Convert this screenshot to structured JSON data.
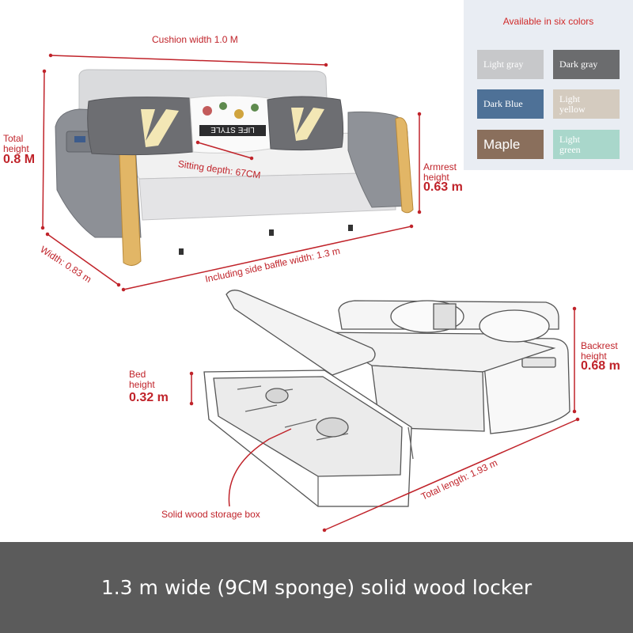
{
  "top_sofa": {
    "cushion_width": "Cushion width 1.0 M",
    "total_height_line1": "Total",
    "total_height_line2": "height",
    "total_height_value": "0.8 M",
    "sitting_depth": "Sitting depth: 67CM",
    "armrest_line1": "Armrest",
    "armrest_line2": "height",
    "armrest_value": "0.63 m",
    "width": "Width: 0.83 m",
    "side_baffle": "Including side baffle width: 1.3 m",
    "pillow_text": "LIFE STYLE"
  },
  "bed_view": {
    "bed_line1": "Bed",
    "bed_line2": "height",
    "bed_value": "0.32 m",
    "backrest_line1": "Backrest",
    "backrest_line2": "height",
    "backrest_value": "0.68 m",
    "total_length": "Total length: 1.93 m",
    "storage_box": "Solid wood storage box"
  },
  "colors": {
    "title": "Available in six colors",
    "swatches": [
      {
        "label": "Light gray",
        "color": "#c7c8ca"
      },
      {
        "label": "Dark gray",
        "color": "#6b6c6e"
      },
      {
        "label": "Dark Blue",
        "color": "#4e7197"
      },
      {
        "label": "Light yellow",
        "color": "#d4cbbf"
      },
      {
        "label": "Maple",
        "color": "#8a6f5c"
      },
      {
        "label": "Light green",
        "color": "#a9d7cb"
      }
    ]
  },
  "caption": "1.3 m wide (9CM sponge) solid wood locker",
  "accent_color": "#c0232a"
}
